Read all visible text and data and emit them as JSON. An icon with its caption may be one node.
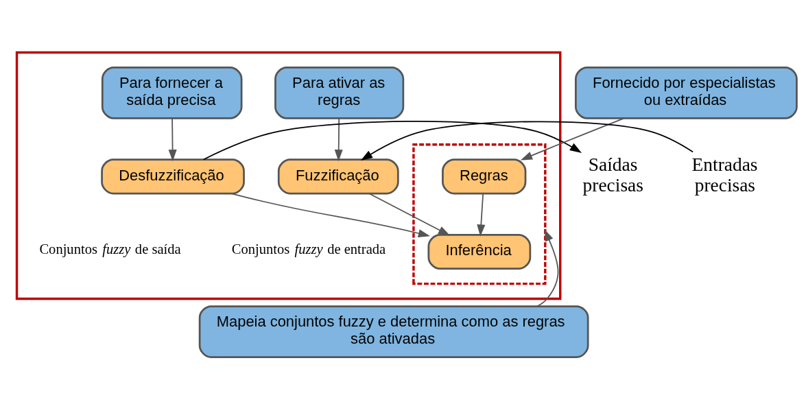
{
  "diagram": {
    "nodes": [
      {
        "text": [],
        "shape": "box"
      },
      {
        "text": [],
        "shape": "box",
        "in": 0
      },
      {
        "text": [
          "Fornecido por especialistas ou extraídas"
        ]
      },
      {
        "text": [
          "Para ativar as regras"
        ],
        "in": 0
      },
      {
        "text": [
          "Regras"
        ],
        "in": 1
      },
      {
        "text": [
          "Para fornecer a saída precisa"
        ],
        "in": 0
      },
      {
        "text": [
          "Entradas precisas"
        ]
      },
      {
        "text": [
          "Fuzzificação"
        ],
        "in": 0
      },
      {
        "text": [
          "Desfuzzificação"
        ],
        "in": 0
      },
      {
        "text": [
          "Saídas precisas"
        ]
      },
      {
        "text": [
          "Inferência"
        ],
        "in": 1
      },
      {
        "text": [
          "Mapeia conjuntos fuzzy e determina como as regras são ativadas"
        ]
      }
    ],
    "edges": [
      {
        "from": 2,
        "to": 4,
        "arrow": "to"
      },
      {
        "from": 3,
        "to": 7,
        "arrow": "to"
      },
      {
        "from": 5,
        "to": 8,
        "arrow": "to"
      },
      {
        "from": 6,
        "to": 7,
        "arrow": "to",
        "color": "#000000"
      },
      {
        "from": 8,
        "to": 9,
        "arrow": "to",
        "color": "#000000"
      },
      {
        "from": 4,
        "to": 10,
        "arrow": "to"
      },
      {
        "from": 7,
        "to": 10,
        "arrow": "to"
      },
      {
        "from": 8,
        "to": 10,
        "arrow": "to"
      },
      {
        "from": 11,
        "to": 1,
        "arrow": "to"
      }
    ],
    "labels": [
      "Conjuntos *fuzzy* de entrada",
      "Conjuntos *fuzzy* de saída"
    ]
  }
}
